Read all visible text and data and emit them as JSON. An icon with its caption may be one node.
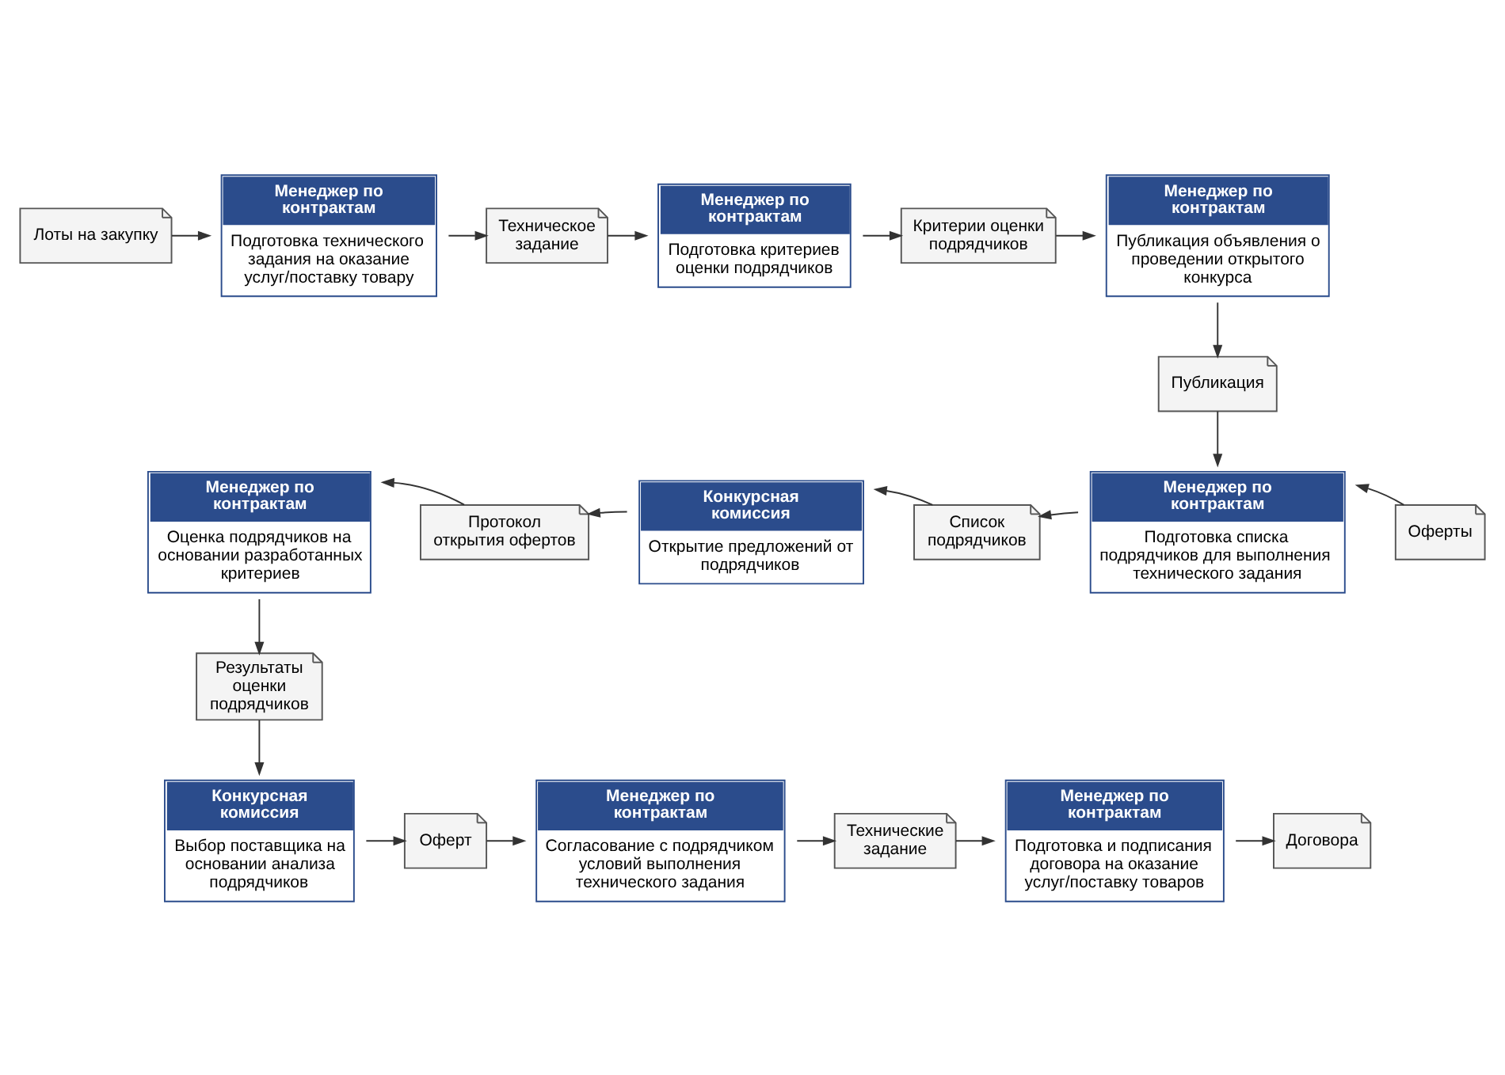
{
  "diagram": {
    "nodes": [
      {
        "text": [
          "Лоты на закупку"
        ]
      },
      {
        "text": [
          "Менеджер по контрактам",
          "Подготовка технического задания на оказание услуг/поставку товару"
        ]
      },
      {
        "text": [
          "Техническое задание"
        ]
      },
      {
        "text": [
          "Менеджер по контрактам",
          "Подготовка критериев оценки подрядчиков"
        ]
      },
      {
        "text": [
          "Критерии оценки подрядчиков"
        ]
      },
      {
        "text": [
          "Менеджер по контрактам",
          "Публикация объявления о проведении открытого конкурса"
        ]
      },
      {
        "text": [
          "Публикация"
        ]
      },
      {
        "text": [
          "Оферты"
        ]
      },
      {
        "text": [
          "Менеджер по контрактам",
          "Подготовка списка подрядчиков для выполнения технического задания"
        ]
      },
      {
        "text": [
          "Список подрядчиков"
        ]
      },
      {
        "text": [
          "Конкурсная комиссия",
          "Открытие предложений от подрядчиков"
        ]
      },
      {
        "text": [
          "Протокол открытия офертов"
        ]
      },
      {
        "text": [
          "Менеджер по контрактам",
          "Оценка подрядчиков на основании разработанных критериев"
        ]
      },
      {
        "text": [
          "Результаты оценки подрядчиков"
        ]
      },
      {
        "text": [
          "Конкурсная комиссия",
          "Выбор поставщика на основании анализа подрядчиков"
        ]
      },
      {
        "text": [
          "Оферт"
        ]
      },
      {
        "text": [
          "Менеджер по контрактам",
          "Согласование с подрядчиком условий выполнения технического задания"
        ]
      },
      {
        "text": [
          "Технические задание"
        ]
      },
      {
        "text": [
          "Менеджер по контрактам",
          "Подготовка и подписания договора на оказание услуг/поставку товаров"
        ]
      },
      {
        "text": [
          "Договора"
        ]
      }
    ],
    "edges": [
      {
        "from": 0,
        "to": 1,
        "arrow": "to"
      },
      {
        "from": 1,
        "to": 2,
        "arrow": "to"
      },
      {
        "from": 2,
        "to": 3,
        "arrow": "to"
      },
      {
        "from": 3,
        "to": 4,
        "arrow": "to"
      },
      {
        "from": 4,
        "to": 5,
        "arrow": "to"
      },
      {
        "from": 5,
        "to": 6,
        "arrow": "to"
      },
      {
        "from": 6,
        "to": 8,
        "arrow": "to"
      },
      {
        "from": 7,
        "to": 8,
        "arrow": "to"
      },
      {
        "from": 8,
        "to": 9,
        "arrow": "to"
      },
      {
        "from": 9,
        "to": 10,
        "arrow": "to"
      },
      {
        "from": 10,
        "to": 11,
        "arrow": "to"
      },
      {
        "from": 11,
        "to": 12,
        "arrow": "to"
      },
      {
        "from": 12,
        "to": 13,
        "arrow": "to"
      },
      {
        "from": 13,
        "to": 14,
        "arrow": "to"
      },
      {
        "from": 14,
        "to": 15,
        "arrow": "to"
      },
      {
        "from": 15,
        "to": 16,
        "arrow": "to"
      },
      {
        "from": 16,
        "to": 17,
        "arrow": "to"
      },
      {
        "from": 17,
        "to": 18,
        "arrow": "to"
      },
      {
        "from": 18,
        "to": 19,
        "arrow": "to"
      }
    ]
  }
}
